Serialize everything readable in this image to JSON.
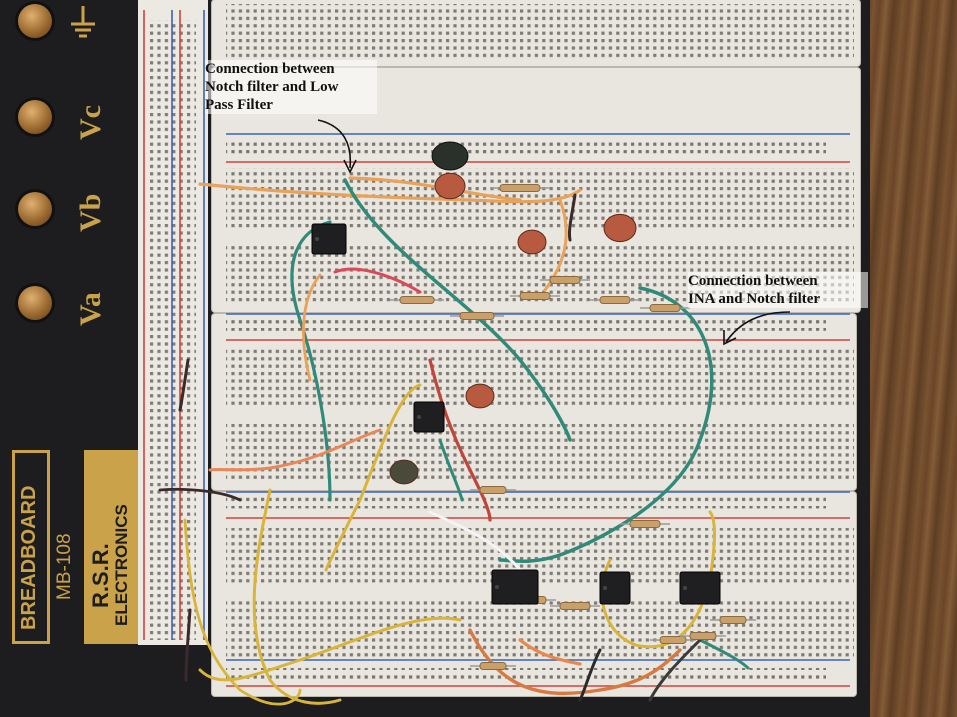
{
  "image": {
    "subject": "MB-108 breadboard",
    "colors": {
      "wood": "#6b4a2b",
      "base": "#1d1d1f",
      "breadboard": "#e9e6df",
      "brand_gold": "#c9a24a",
      "rail_red": "#d0433a",
      "rail_blue": "#3b62b8"
    }
  },
  "posts": [
    {
      "label": "Vc"
    },
    {
      "label": "Vb"
    },
    {
      "label": "Va"
    }
  ],
  "brand": {
    "name": "BREADBOARD",
    "model": "MB-108",
    "maker_line1": "R.S.R.",
    "maker_line2": "ELECTRONICS"
  },
  "annotations": {
    "notch_lowpass": {
      "line1": "Connection between",
      "line2": "Notch filter and Low",
      "line3": "Pass Filter"
    },
    "ina_notch": {
      "line1": "Connection between",
      "line2": "INA and Notch filter"
    }
  }
}
